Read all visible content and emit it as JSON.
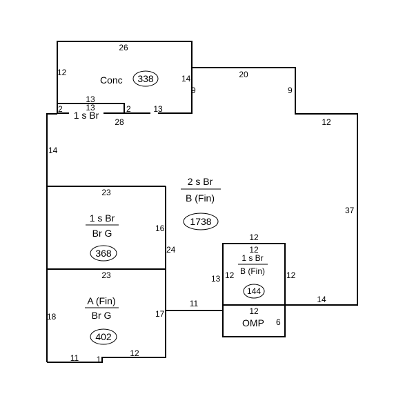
{
  "areas": {
    "conc": {
      "label": "Conc",
      "area": "338"
    },
    "porch_small": {
      "label": "1 s Br"
    },
    "main": {
      "top": "2 s Br",
      "bottom": "B (Fin)",
      "area": "1738"
    },
    "garage_upper": {
      "top": "1 s Br",
      "bottom": "Br G",
      "area": "368"
    },
    "garage_lower": {
      "top": "A (Fin)",
      "bottom": "Br G",
      "area": "402"
    },
    "addition": {
      "top": "1 s Br",
      "bottom": "B (Fin)",
      "area": "144"
    },
    "omp": {
      "label": "OMP"
    }
  },
  "dims": [
    "26",
    "12",
    "14",
    "9",
    "13",
    "13",
    "2",
    "2",
    "13",
    "28",
    "20",
    "9",
    "12",
    "14",
    "37",
    "23",
    "16",
    "24",
    "23",
    "18",
    "17",
    "11",
    "11",
    "1",
    "12",
    "12",
    "12",
    "13",
    "12",
    "12",
    "14",
    "12",
    "6"
  ]
}
